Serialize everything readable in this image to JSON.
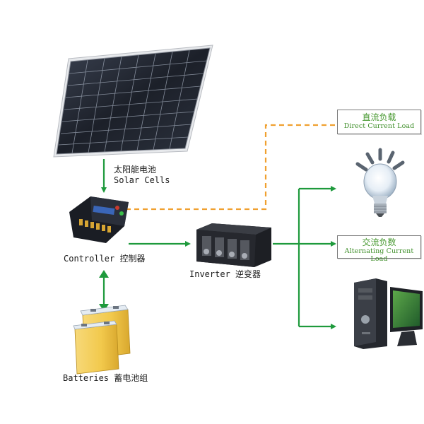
{
  "labels": {
    "solar_cells_cn": "太阳能电池",
    "solar_cells_en": "Solar Cells",
    "controller": "Controller 控制器",
    "inverter": "Inverter 逆变器",
    "batteries": "Batteries 蓄电池组"
  },
  "dc_load": {
    "cn": "直流负载",
    "en": "Direct Current Load"
  },
  "ac_load": {
    "cn": "交流负数",
    "en": "Alternating Current Load"
  },
  "colors": {
    "arrow_green": "#1e9a3c",
    "dashed_orange": "#f0a030",
    "tag_text_green": "#4a9a33",
    "battery_yellow": "#f2cd5c",
    "panel_dark": "#1f2430"
  }
}
